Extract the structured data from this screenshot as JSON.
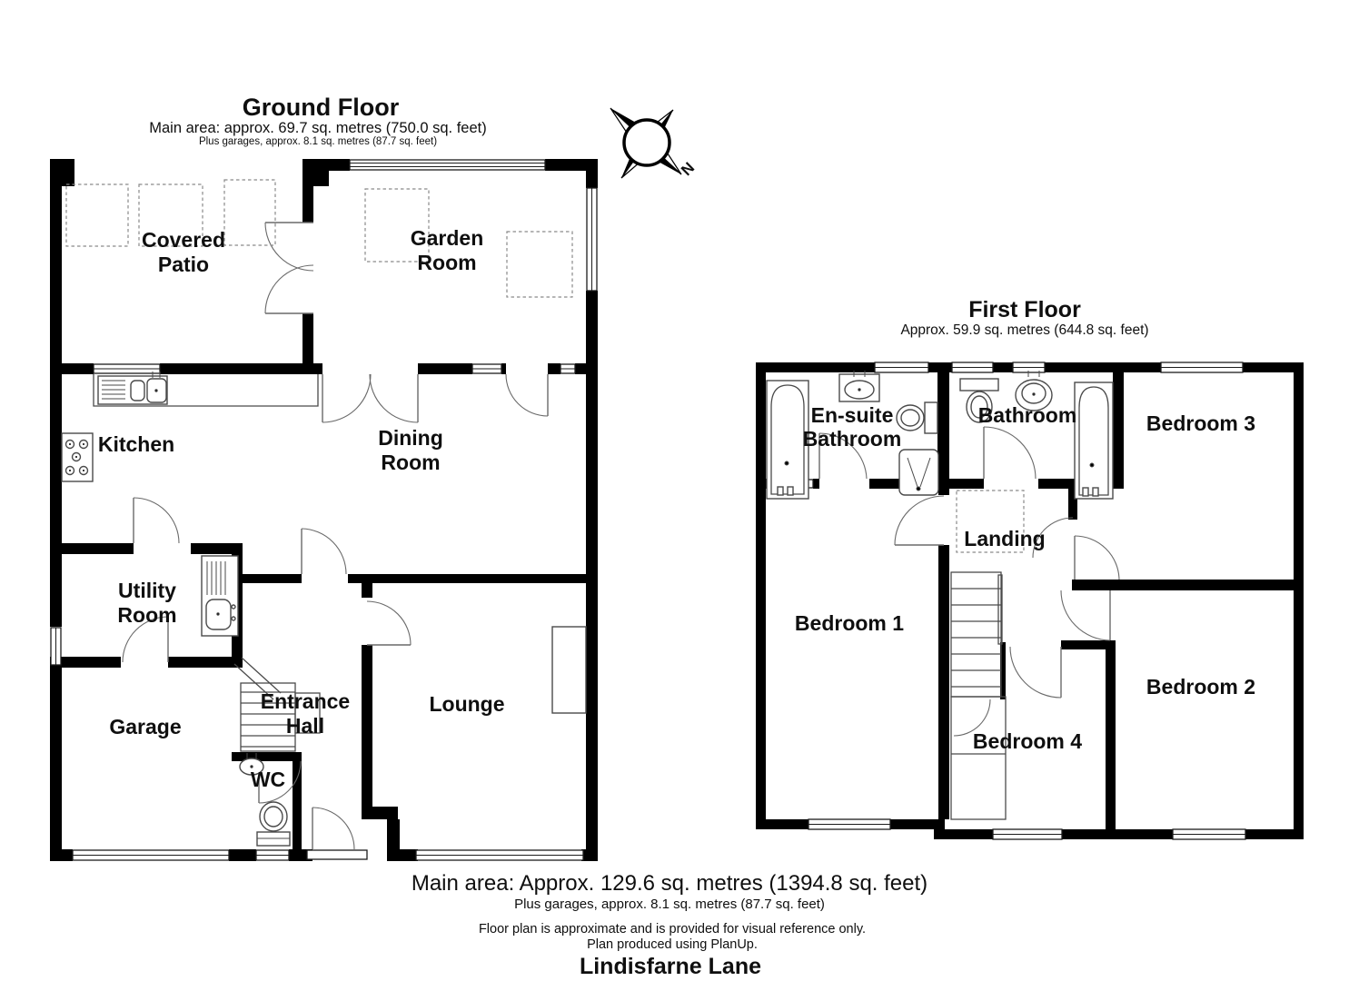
{
  "ground_floor": {
    "title": "Ground Floor",
    "area_line": "Main area: approx. 69.7 sq. metres (750.0 sq. feet)",
    "garage_line": "Plus garages, approx. 8.1 sq. metres (87.7 sq. feet)",
    "rooms": {
      "covered_patio": [
        "Covered",
        "Patio"
      ],
      "garden_room": [
        "Garden",
        "Room"
      ],
      "kitchen": "Kitchen",
      "dining_room": [
        "Dining",
        "Room"
      ],
      "utility_room": [
        "Utility",
        "Room"
      ],
      "garage": "Garage",
      "entrance_hall": [
        "Entrance",
        "Hall"
      ],
      "wc": "WC",
      "lounge": "Lounge"
    }
  },
  "first_floor": {
    "title": "First Floor",
    "area_line": "Approx. 59.9 sq. metres (644.8 sq. feet)",
    "rooms": {
      "ensuite": [
        "En-suite",
        "Bathroom"
      ],
      "bathroom": "Bathroom",
      "bedroom1": "Bedroom 1",
      "bedroom2": "Bedroom 2",
      "bedroom3": "Bedroom 3",
      "bedroom4": "Bedroom 4",
      "landing": "Landing"
    }
  },
  "compass": {
    "north_label": "N"
  },
  "footer": {
    "main_area": "Main area: Approx. 129.6 sq. metres (1394.8 sq. feet)",
    "garages": "Plus garages, approx. 8.1 sq. metres (87.7 sq. feet)",
    "disclaimer1": "Floor plan is approximate and is provided for visual reference only.",
    "disclaimer2": "Plan produced using PlanUp.",
    "address": "Lindisfarne Lane"
  },
  "colors": {
    "wall": "#000000",
    "background": "#ffffff",
    "thin_line": "#4a4a4a"
  }
}
